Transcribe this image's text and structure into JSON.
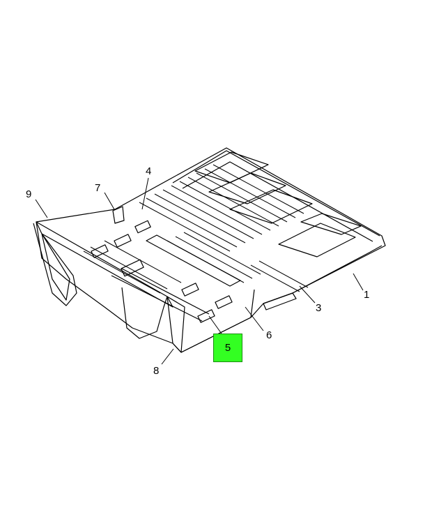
{
  "diagram": {
    "highlight_color": "#33ff22",
    "callouts": [
      {
        "id": "c1",
        "label": "1"
      },
      {
        "id": "c3",
        "label": "3"
      },
      {
        "id": "c4",
        "label": "4"
      },
      {
        "id": "c5",
        "label": "5",
        "highlighted": true
      },
      {
        "id": "c6",
        "label": "6"
      },
      {
        "id": "c7",
        "label": "7"
      },
      {
        "id": "c8",
        "label": "8"
      },
      {
        "id": "c9",
        "label": "9"
      }
    ]
  }
}
